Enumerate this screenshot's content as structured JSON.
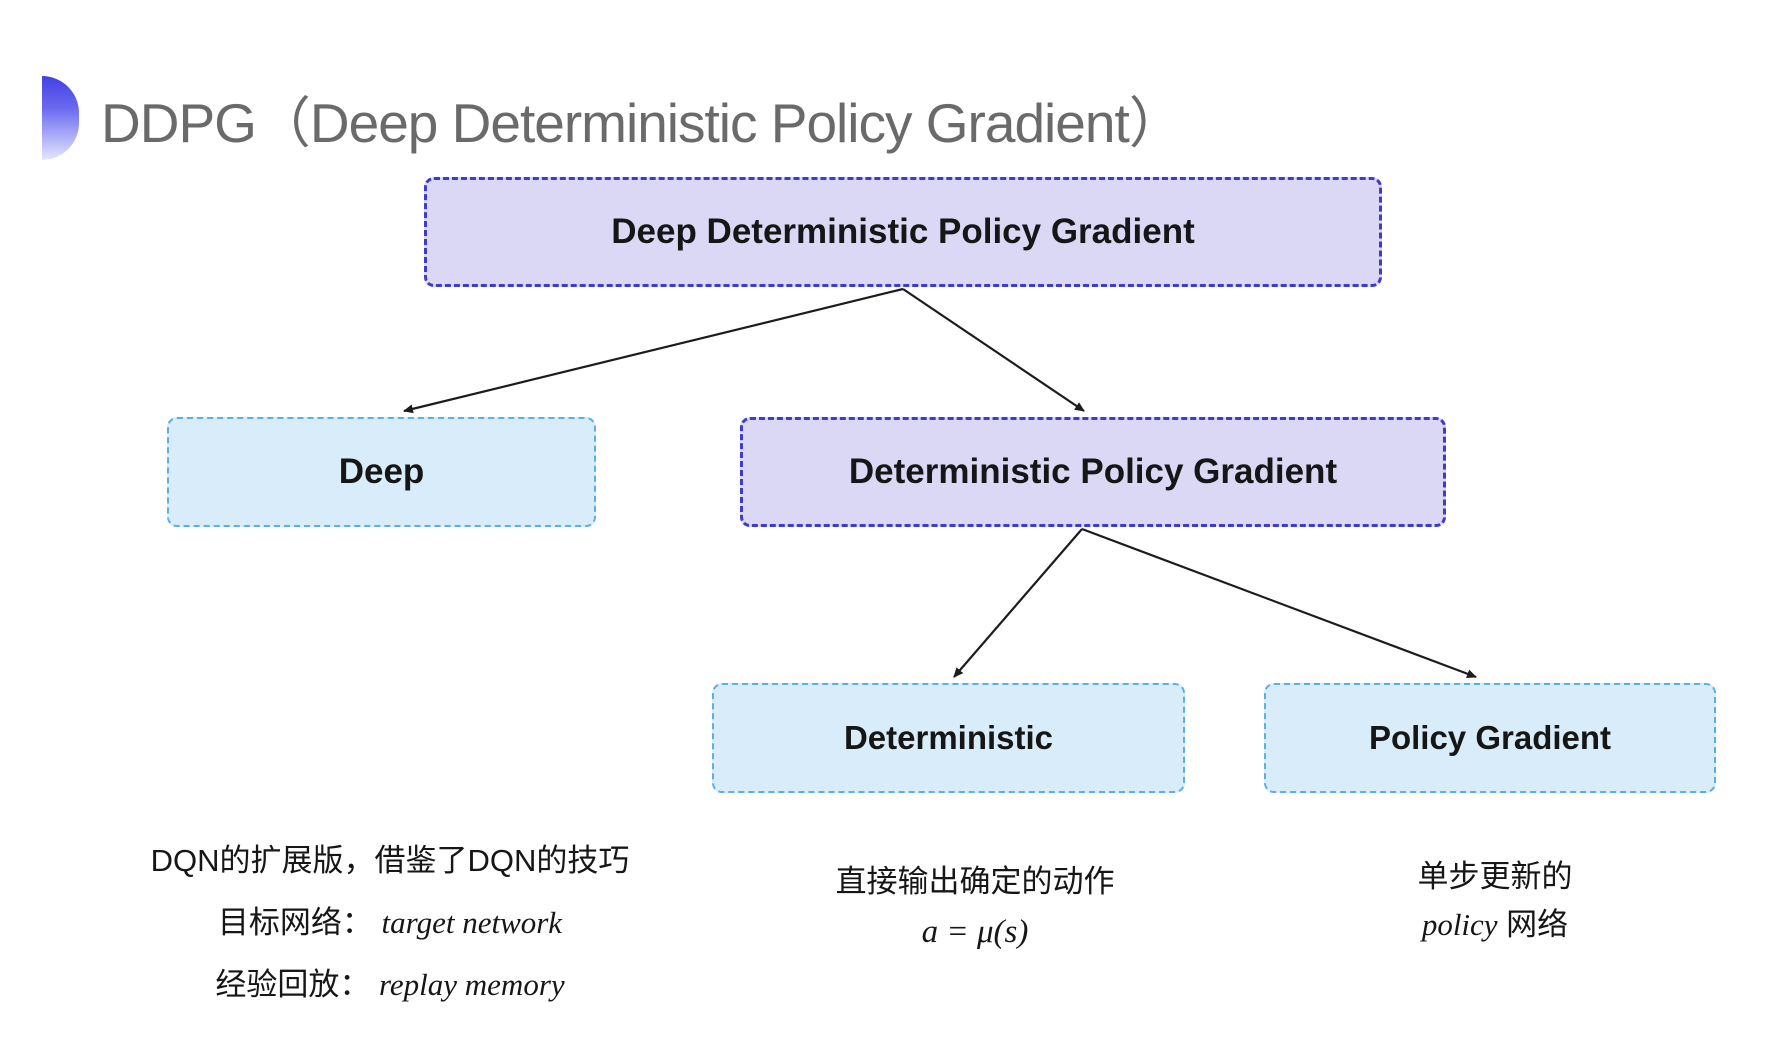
{
  "title": {
    "text": "DDPG（Deep Deterministic Policy Gradient）",
    "bullet_icon": "half-circle-gradient"
  },
  "diagram": {
    "nodes": {
      "root": {
        "label": "Deep Deterministic Policy Gradient",
        "style": "purple"
      },
      "deep": {
        "label": "Deep",
        "style": "cyan"
      },
      "dpg": {
        "label": "Deterministic Policy Gradient",
        "style": "purple"
      },
      "deterministic": {
        "label": "Deterministic",
        "style": "cyan"
      },
      "policy_gradient": {
        "label": "Policy Gradient",
        "style": "cyan"
      }
    },
    "edges": [
      {
        "from": "root",
        "to": "deep"
      },
      {
        "from": "root",
        "to": "dpg"
      },
      {
        "from": "dpg",
        "to": "deterministic"
      },
      {
        "from": "dpg",
        "to": "policy_gradient"
      }
    ],
    "annotations": {
      "deep_note": {
        "line1": "DQN的扩展版，借鉴了DQN的技巧",
        "line2_label": "目标网络：",
        "line2_value": "target network",
        "line3_label": "经验回放：",
        "line3_value": "replay memory"
      },
      "deterministic_note": {
        "line1": "直接输出确定的动作",
        "formula": "a = μ(s)"
      },
      "policy_gradient_note": {
        "line1": "单步更新的",
        "line2_italic": "policy",
        "line2_rest": " 网络"
      }
    },
    "colors": {
      "purple_fill": "#dbd8f6",
      "purple_border": "#3f3ccd",
      "cyan_fill": "#d8edf9",
      "cyan_border": "#5cb0e0",
      "arrow": "#1c1c1c",
      "title_gray": "#6a6a6a",
      "bullet_top": "#4340e4",
      "bullet_bottom": "#e4e6ff"
    }
  }
}
